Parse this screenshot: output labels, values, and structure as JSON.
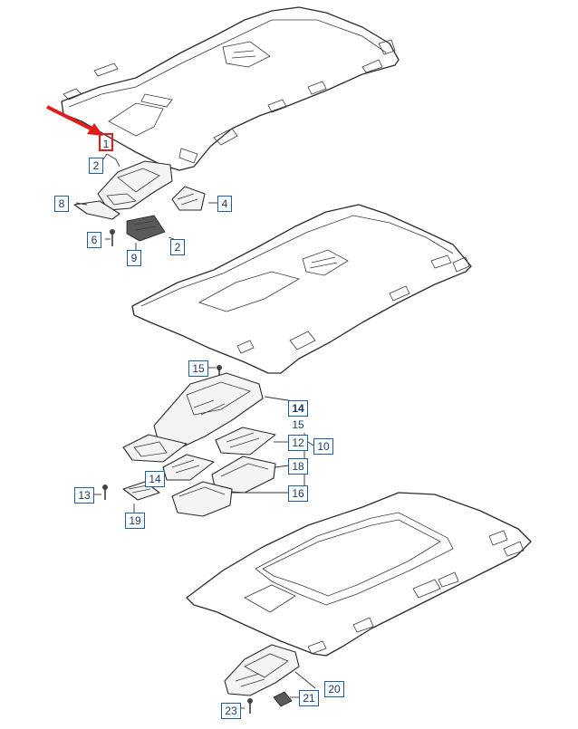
{
  "colors": {
    "highlight": "#e21b1b",
    "callout_border": "#1a5fa8",
    "line": "#2b2b2b"
  },
  "icons": {
    "pointer": "red-arrow-icon"
  },
  "callouts": {
    "c1": "1",
    "c2a": "2",
    "c4": "4",
    "c8": "8",
    "c6": "6",
    "c2b": "2",
    "c9": "9",
    "c15a": "15",
    "c14a": "14",
    "c15b": "15",
    "c12": "12",
    "c10": "10",
    "c18": "18",
    "c14b": "14",
    "c16": "16",
    "c13": "13",
    "c19": "19",
    "c20": "20",
    "c21": "21",
    "c23": "23"
  }
}
